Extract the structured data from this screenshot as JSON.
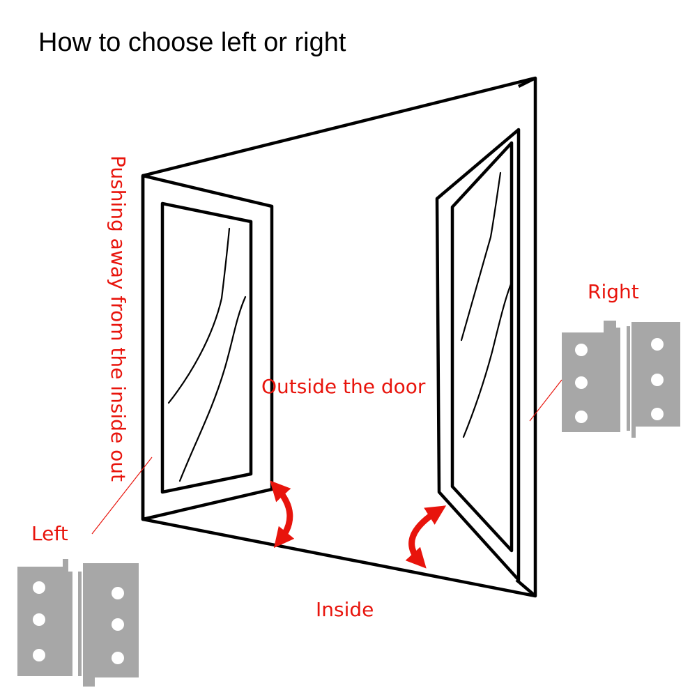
{
  "title": "How to choose left or right",
  "labels": {
    "vertical": "Pushing away from the inside out",
    "outside": "Outside the door",
    "inside": "Inside",
    "right": "Right",
    "left": "Left"
  },
  "colors": {
    "ink": "#000000",
    "accent": "#e8140c",
    "hinge": "#a7a7a7",
    "hinge_hole": "#ffffff"
  }
}
